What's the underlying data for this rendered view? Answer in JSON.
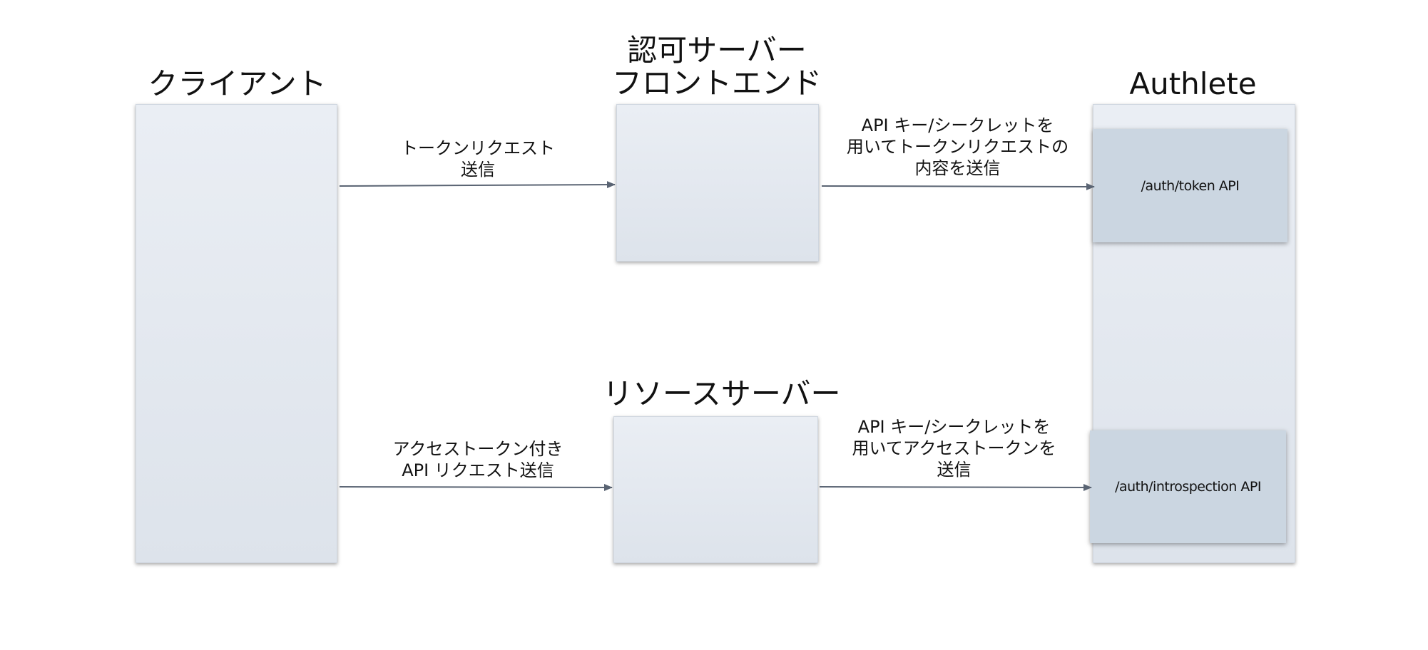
{
  "titles": {
    "client": "クライアント",
    "auth_server_line1": "認可サーバー",
    "auth_server_line2": "フロントエンド",
    "resource_server": "リソースサーバー",
    "authlete": "Authlete"
  },
  "apis": {
    "token": "/auth/token API",
    "introspection": "/auth/introspection API"
  },
  "arrows": {
    "token_request": [
      "トークンリクエスト",
      "送信"
    ],
    "token_forward": [
      "API キー/シークレットを",
      "用いてトークンリクエストの",
      "内容を送信"
    ],
    "api_request": [
      "アクセストークン付き",
      "API リクエスト送信"
    ],
    "introspection_forward": [
      "API キー/シークレットを",
      "用いてアクセストークンを",
      "送信"
    ]
  },
  "colors": {
    "arrow": "#5a6473",
    "box_fill": "#e4e9f0",
    "api_fill": "#cbd6e1"
  }
}
